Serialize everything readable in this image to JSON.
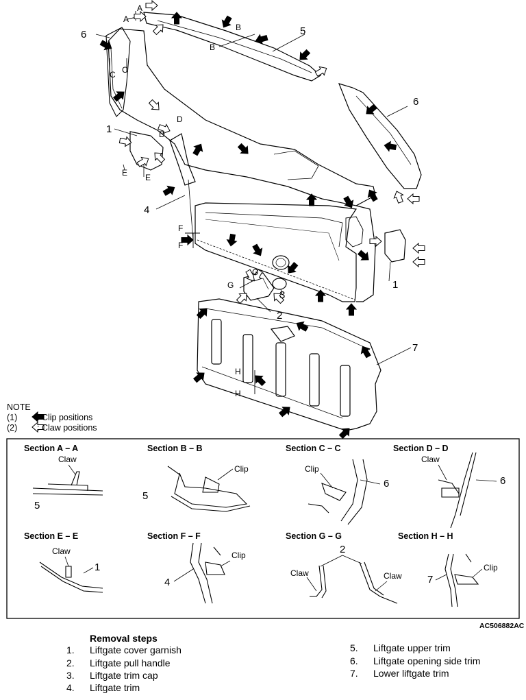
{
  "note": {
    "title": "NOTE",
    "items": [
      {
        "prefix": "(1)",
        "text": ": Clip positions"
      },
      {
        "prefix": "(2)",
        "text": ": Claw positions"
      }
    ]
  },
  "callouts": {
    "n1": "1",
    "n2": "2",
    "n3": "3",
    "n4": "4",
    "n5": "5",
    "n6": "6",
    "n7": "7",
    "A": "A",
    "B": "B",
    "C": "C",
    "D": "D",
    "E": "E",
    "F": "F",
    "G": "G",
    "H": "H"
  },
  "sections": [
    {
      "title": "Section A – A",
      "labels": [
        "Claw",
        "5"
      ]
    },
    {
      "title": "Section B – B",
      "labels": [
        "Clip",
        "5"
      ]
    },
    {
      "title": "Section C – C",
      "labels": [
        "Clip",
        "6"
      ]
    },
    {
      "title": "Section D – D",
      "labels": [
        "Claw",
        "6"
      ]
    },
    {
      "title": "Section E – E",
      "labels": [
        "Claw",
        "1"
      ]
    },
    {
      "title": "Section F – F",
      "labels": [
        "Clip",
        "4"
      ]
    },
    {
      "title": "Section G – G",
      "labels": [
        "2",
        "Claw",
        "Claw"
      ]
    },
    {
      "title": "Section H – H",
      "labels": [
        "Clip",
        "7"
      ]
    }
  ],
  "figure_code": "AC506882AC",
  "removal": {
    "title": "Removal steps",
    "steps": [
      {
        "num": "1.",
        "text": "Liftgate cover garnish"
      },
      {
        "num": "2.",
        "text": "Liftgate pull handle"
      },
      {
        "num": "3.",
        "text": "Liftgate trim cap"
      },
      {
        "num": "4.",
        "text": "Liftgate trim"
      },
      {
        "num": "5.",
        "text": "Liftgate upper trim"
      },
      {
        "num": "6.",
        "text": "Liftgate opening side trim"
      },
      {
        "num": "7.",
        "text": "Lower liftgate trim"
      }
    ]
  }
}
